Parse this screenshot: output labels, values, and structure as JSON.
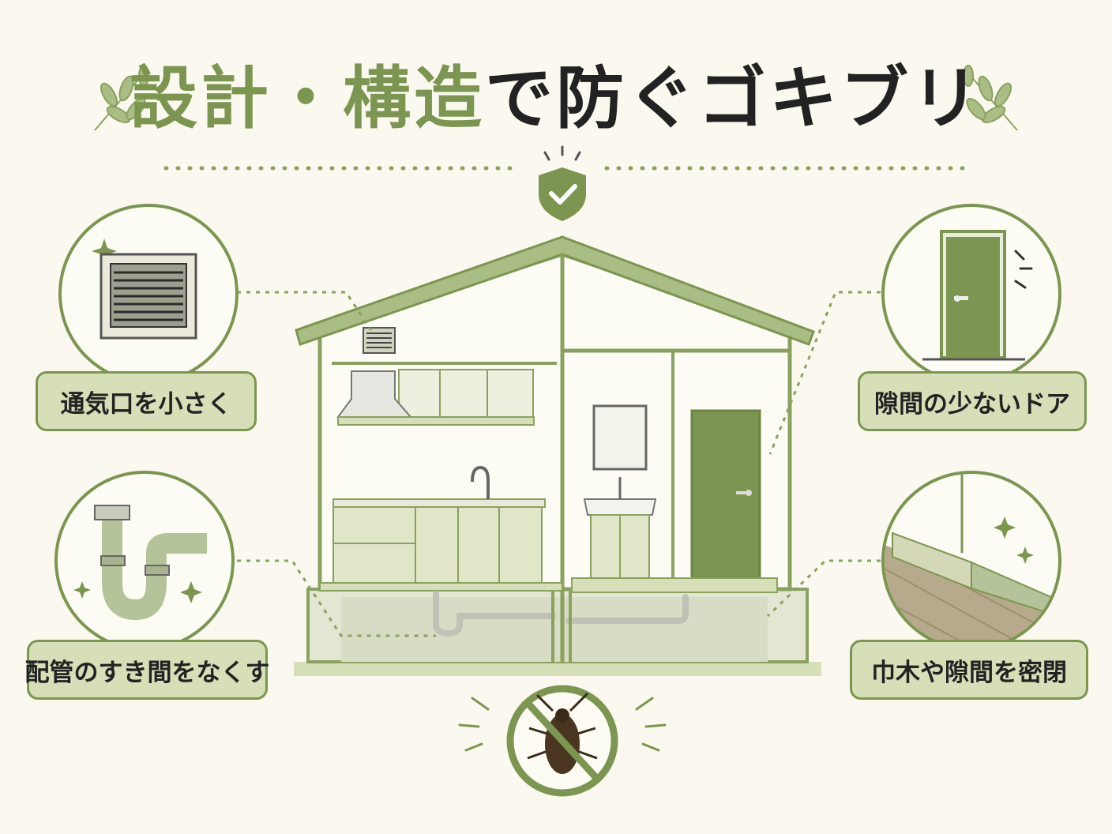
{
  "title": {
    "green_part": "設計・構造",
    "dark_part": "で防ぐゴキブリ"
  },
  "callouts": {
    "vent": "通気口を小さく",
    "pipe": "配管のすき間をなくす",
    "door": "隙間の少ないドア",
    "baseboard": "巾木や隙間を密閉"
  },
  "colors": {
    "background": "#fbf9ef",
    "accent_green": "#7c9651",
    "label_fill": "#d6dfb7",
    "text_dark": "#222222"
  },
  "icons": {
    "top": "shield-check-icon",
    "bottom": "no-cockroach-icon",
    "decor": "leaf-sprig-icon"
  }
}
